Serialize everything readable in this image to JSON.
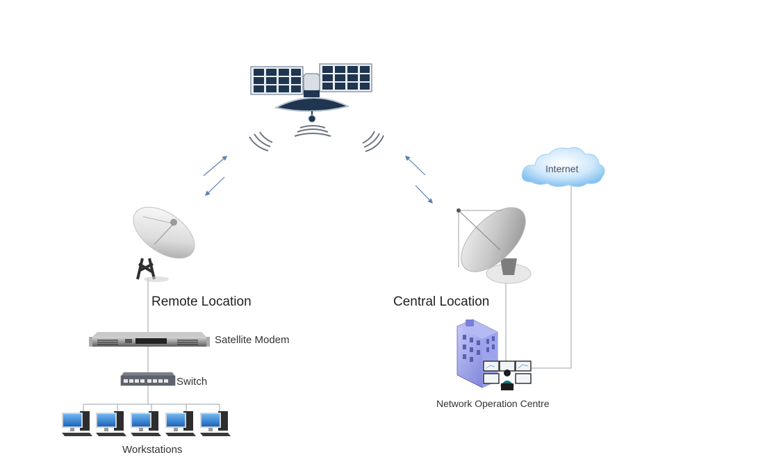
{
  "diagram": {
    "type": "satellite-network-topology",
    "nodes": {
      "satellite": {
        "label": ""
      },
      "internet": {
        "label": "Internet"
      },
      "remote_dish": {
        "label": ""
      },
      "central_dish": {
        "label": ""
      },
      "remote_location": {
        "label": "Remote Location"
      },
      "central_location": {
        "label": "Central Location"
      },
      "satellite_modem": {
        "label": "Satellite Modem"
      },
      "switch": {
        "label": "Switch"
      },
      "workstations": {
        "label": "Workstations",
        "count": 5
      },
      "noc": {
        "label": "Network Operation Centre"
      }
    },
    "edges": [
      {
        "from": "remote_dish",
        "to": "satellite",
        "style": "wireless-uplink"
      },
      {
        "from": "satellite",
        "to": "remote_dish",
        "style": "wireless-downlink"
      },
      {
        "from": "central_dish",
        "to": "satellite",
        "style": "wireless-uplink"
      },
      {
        "from": "satellite",
        "to": "central_dish",
        "style": "wireless-downlink"
      },
      {
        "from": "remote_dish",
        "to": "satellite_modem",
        "style": "wire"
      },
      {
        "from": "satellite_modem",
        "to": "switch",
        "style": "wire"
      },
      {
        "from": "switch",
        "to": "workstations",
        "style": "wire"
      },
      {
        "from": "central_dish",
        "to": "noc",
        "style": "wire"
      },
      {
        "from": "internet",
        "to": "noc",
        "style": "wire"
      }
    ],
    "colors": {
      "wire": "#9aa3ad",
      "arrow": "#5a7fb8",
      "satellite_panel": "#1f3550",
      "cloud": "#9fd0f2",
      "screen": "#2a7fd4",
      "building": "#8e93e0"
    }
  }
}
